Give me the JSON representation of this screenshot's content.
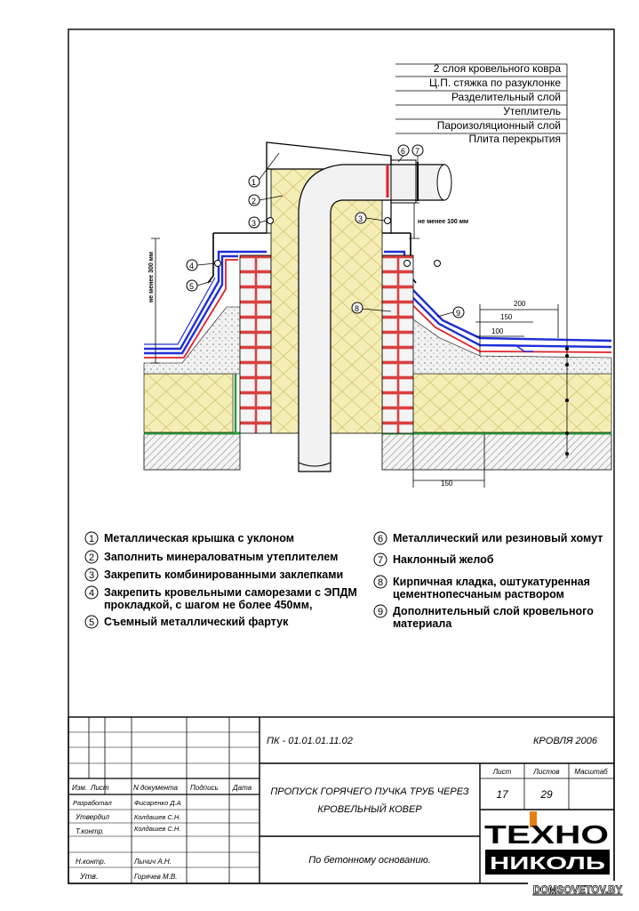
{
  "layers": [
    "2 слоя кровельного ковра",
    "Ц.П. стяжка по разуклонке",
    "Разделительный слой",
    "Утеплитель",
    "Пароизоляционный слой",
    "Плита перекрытия"
  ],
  "dims": {
    "min100": "не менее 100 мм",
    "min300": "не менее 300 мм",
    "d200": "200",
    "d150": "150",
    "d100": "100",
    "d150b": "150"
  },
  "callouts": [
    "1",
    "2",
    "3",
    "3",
    "4",
    "5",
    "6",
    "7",
    "8",
    "9"
  ],
  "legend": [
    {
      "n": "1",
      "lines": [
        "Металлическая крышка с уклоном"
      ]
    },
    {
      "n": "2",
      "lines": [
        "Заполнить минераловатным утеплителем"
      ]
    },
    {
      "n": "3",
      "lines": [
        "Закрепить комбинированными заклепками"
      ]
    },
    {
      "n": "4",
      "lines": [
        "Закрепить кровельными саморезами с ЭПДМ",
        "прокладкой, с шагом не более 450мм,"
      ]
    },
    {
      "n": "5",
      "lines": [
        "Съемный металлический фартук"
      ]
    },
    {
      "n": "6",
      "lines": [
        "Металлический или резиновый хомут"
      ]
    },
    {
      "n": "7",
      "lines": [
        "Наклонный желоб"
      ]
    },
    {
      "n": "8",
      "lines": [
        "Кирпичная кладка, оштукатуренная",
        "цементнопесчаным раствором"
      ]
    },
    {
      "n": "9",
      "lines": [
        "Дополнительный слой кровельного",
        "материала"
      ]
    }
  ],
  "stamp": {
    "code": "ПК - 01.01.01.11.02",
    "series": "КРОВЛЯ 2006",
    "title1": "ПРОПУСК ГОРЯЧЕГО ПУЧКА ТРУБ ЧЕРЕЗ",
    "title2": "КРОВЕЛЬНЫЙ КОВЕР",
    "subtitle": "По бетонному основанию.",
    "h_izm": "Изм.",
    "h_list": "Лист",
    "h_ndoc": "N документа",
    "h_podpis": "Подпись",
    "h_data": "Дата",
    "h_sheet": "Лист",
    "h_sheets": "Листов",
    "h_scale": "Масштаб",
    "sheet": "17",
    "sheets": "29",
    "roles": [
      {
        "role": "Разработал",
        "name": "Фисаренко Д.А"
      },
      {
        "role": "Утвердил",
        "name": "Колдашев С.Н."
      },
      {
        "role": "Т.контр.",
        "name": "Колдашев С.Н."
      },
      {
        "role": "Н.контр.",
        "name": "Лычич А.Н."
      },
      {
        "role": "Утв.",
        "name": "Горячев М.В."
      }
    ],
    "logo_top": "ТЕХНО",
    "logo_bottom": "НИКОЛЬ"
  },
  "watermark": "DOMSOVETOV.BY",
  "colors": {
    "membrane_blue": "#1f2fd6",
    "membrane_red": "#e0202a",
    "vapor_green": "#2f9a3a",
    "insul": "#f3edb0"
  }
}
